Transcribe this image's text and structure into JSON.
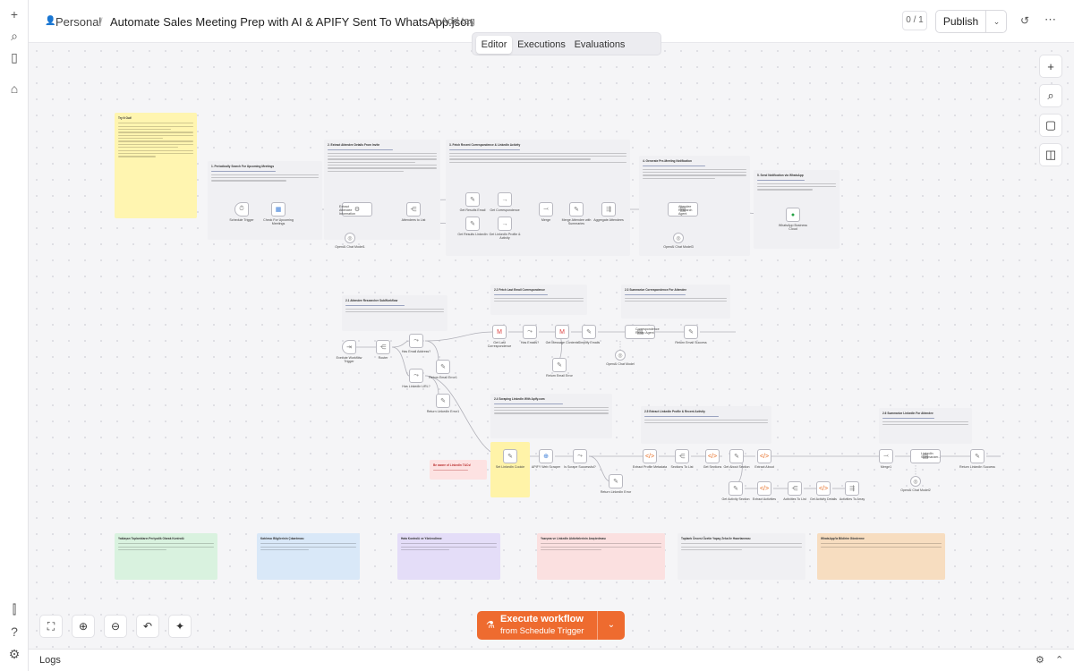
{
  "sidebar": {
    "icons": [
      "+",
      "⌕",
      "▯",
      "⌂",
      "⫿",
      "?",
      "⚙"
    ]
  },
  "header": {
    "project": "Personal",
    "separator": "/",
    "workflow_name": "Automate Sales Meeting Prep with AI & APIFY Sent To WhatsApp.json",
    "add_tag": "+ Add tag",
    "counter": "0 / 1",
    "publish_label": "Publish",
    "chevron": "⌄",
    "history_icon": "↺",
    "more_icon": "⋯"
  },
  "tabs": [
    "Editor",
    "Executions",
    "Evaluations"
  ],
  "canvas": {
    "stickies": [
      {
        "title": "Try It Out!"
      },
      {
        "title": "1. Periodically Search For Upcoming Meetings"
      },
      {
        "title": "2. Extract Attendee Details From Invite"
      },
      {
        "title": "3. Fetch Recent Correspondence & LinkedIn Activity"
      },
      {
        "title": "4. Generate Pre-Meeting Notification"
      },
      {
        "title": "5. Send Notification via WhatsApp"
      },
      {
        "title": "2.1 Attendee Researcher SubWorkflow"
      },
      {
        "title": "2.2 Fetch Last Email Correspondence"
      },
      {
        "title": "2.3 Summarize Correspondence For Attendee"
      },
      {
        "title": "2.4 Scraping LinkedIn With Apify.com"
      },
      {
        "title": "2.5 Extract LinkedIn Profile & Recent Activity"
      },
      {
        "title": "2.6 Summarize LinkedIn For Attendee"
      },
      {
        "title": "Be aware of LinkedIn T&Cs!"
      }
    ],
    "bottom_notes": [
      "Yaklaşan Toplantıların Periyodik Olarak Kontrolü",
      "Katılımcı Bilgilerinin Çıkarılması",
      "Hata Kontrolü ve Yönlendirme",
      "Yazışma ve LinkedIn Aktivitelerinin Araştırılması",
      "Toplantı Öncesi Özetin Yapay Zeka ile Hazırlanması",
      "WhatsApp'la Bildirim Gönderme"
    ],
    "nodes": [
      "Schedule Trigger",
      "Check For Upcoming Meetings",
      "Extract Attendee Information",
      "Attendees to List",
      "OpenAI Chat Model1",
      "Get Results Email",
      "Get Results LinkedIn",
      "Get Correspondence",
      "Get LinkedIn Profile & Activity",
      "Merge",
      "Merge Attendee with Summaries",
      "Aggregate Attendees",
      "Attendee Research Agent",
      "OpenAI Chat Model3",
      "WhatsApp Business Cloud",
      "Execute Workflow Trigger",
      "Router",
      "Has Email Address?",
      "Has LinkedIn URL?",
      "Return Email Error1",
      "Return LinkedIn Error1",
      "Get Last Correspondence",
      "Has Emails?",
      "Get Message Contents",
      "Simplify Emails",
      "Return Email Error",
      "Correspondence Recap Agent",
      "OpenAI Chat Model",
      "Return Email Success",
      "Set LinkedIn Cookie",
      "APIFY Web Scraper",
      "Is Scrape Successful?",
      "Return LinkedIn Error",
      "Extract Profile Metadata",
      "Sections To List",
      "Get Sections",
      "Get About Section",
      "Extract About",
      "Get Activity Section",
      "Extract Activities",
      "Activities To List",
      "Get Activity Details",
      "Activities To Array",
      "Merge1",
      "LinkedIn Summarizer...",
      "OpenAI Chat Model2",
      "Return LinkedIn Success"
    ],
    "right_icons": [
      "+",
      "⌕",
      "▢",
      "◫"
    ],
    "zoom_icons": [
      "⛶",
      "⊕",
      "⊖",
      "↶",
      "✦"
    ]
  },
  "execute": {
    "icon": "⚗",
    "label": "Execute workflow",
    "sublabel": "from Schedule Trigger",
    "chevron": "⌄"
  },
  "logs": {
    "label": "Logs",
    "icons": [
      "⚙",
      "⌃"
    ]
  }
}
